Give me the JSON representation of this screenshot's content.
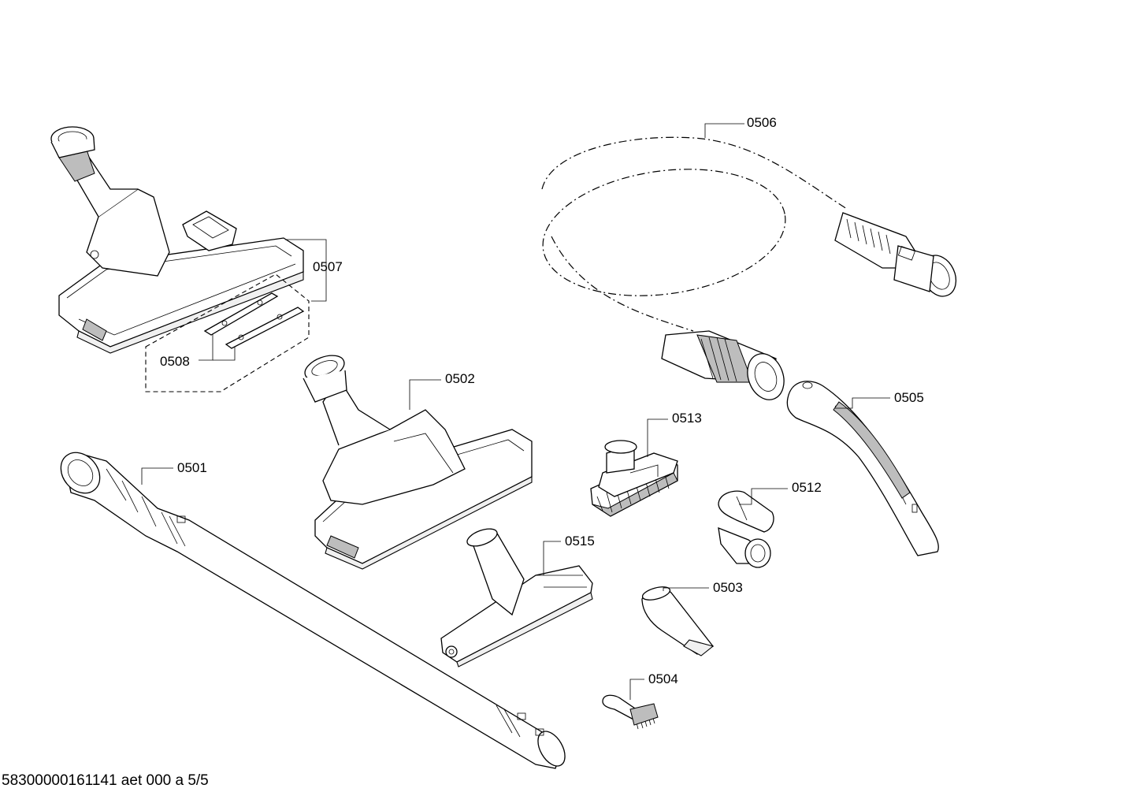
{
  "callouts": {
    "p0501": "0501",
    "p0502": "0502",
    "p0503": "0503",
    "p0504": "0504",
    "p0505": "0505",
    "p0506": "0506",
    "p0507": "0507",
    "p0508": "0508",
    "p0512": "0512",
    "p0513": "0513",
    "p0515": "0515"
  },
  "footer": {
    "document_id": "58300000161141 aet 000 a 5/5"
  }
}
